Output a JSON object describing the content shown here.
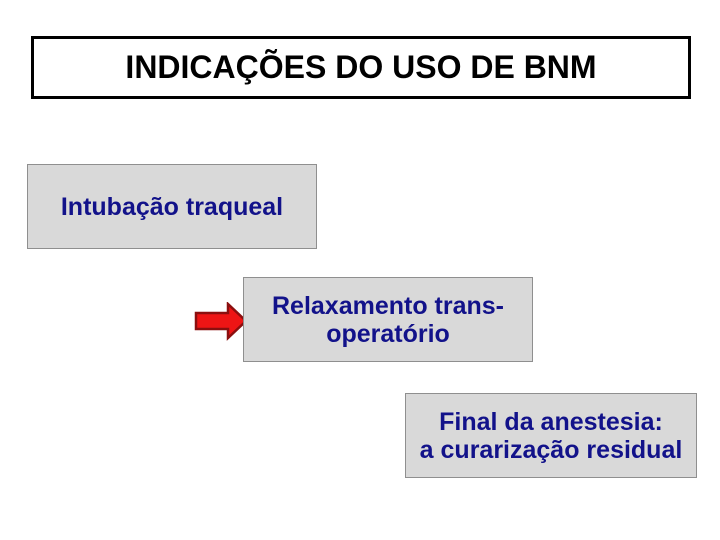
{
  "slide": {
    "title": "INDICAÇÕES DO USO DE BNM",
    "items": [
      {
        "id": "intubacao-traqueal",
        "lines": [
          "Intubação traqueal"
        ]
      },
      {
        "id": "relaxamento-transoperatorio",
        "lines": [
          "Relaxamento trans-",
          "operatório"
        ]
      },
      {
        "id": "final-da-anestesia",
        "lines": [
          "Final da anestesia:",
          "a curarização residual"
        ]
      }
    ],
    "icons": {
      "arrow": "red-block-arrow-right"
    },
    "colors": {
      "background": "#ffffff",
      "title_text": "#000000",
      "title_border": "#000000",
      "box_fill": "#d9d9d9",
      "box_border": "#8f8f8f",
      "box_text": "#12128a",
      "arrow_fill": "#ee1515",
      "arrow_border": "#8b0f0f"
    }
  }
}
